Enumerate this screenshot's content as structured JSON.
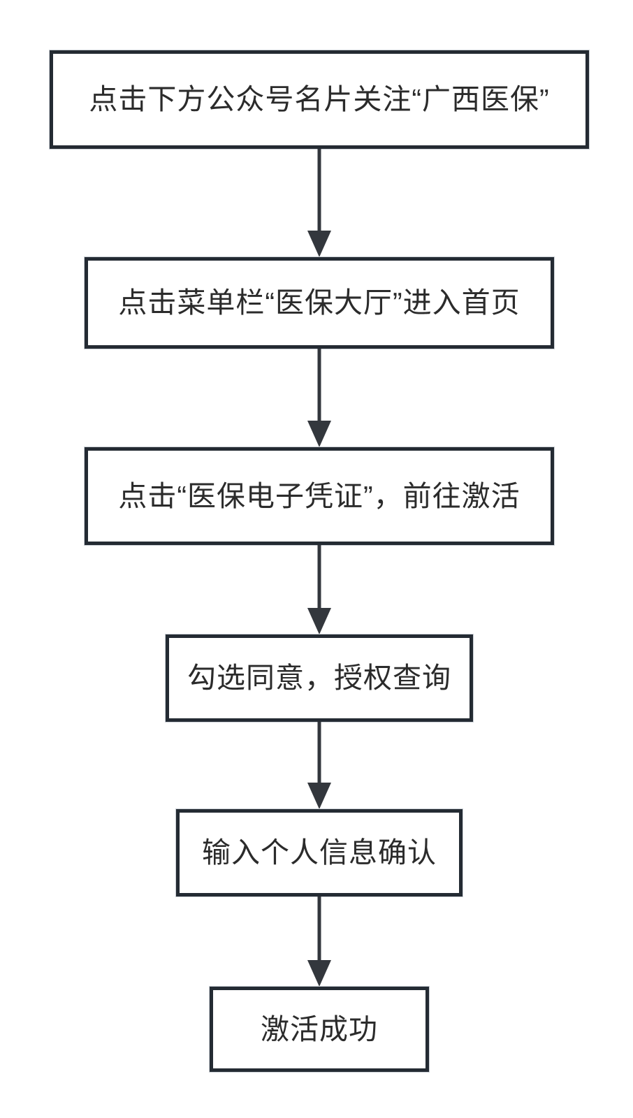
{
  "diagram": {
    "type": "flowchart",
    "direction": "top-down",
    "nodes": [
      {
        "id": "step-1",
        "label": "点击下方公众号名片关注“广西医保”"
      },
      {
        "id": "step-2",
        "label": "点击菜单栏“医保大厅”进入首页"
      },
      {
        "id": "step-3",
        "label": "点击“医保电子凭证”，前往激活"
      },
      {
        "id": "step-4",
        "label": "勾选同意，授权查询"
      },
      {
        "id": "step-5",
        "label": "输入个人信息确认"
      },
      {
        "id": "step-6",
        "label": "激活成功"
      }
    ],
    "edges": [
      {
        "from": "step-1",
        "to": "step-2",
        "style": "solid-arrow-down"
      },
      {
        "from": "step-2",
        "to": "step-3",
        "style": "solid-arrow-down"
      },
      {
        "from": "step-3",
        "to": "step-4",
        "style": "solid-arrow-down"
      },
      {
        "from": "step-4",
        "to": "step-5",
        "style": "solid-arrow-down"
      },
      {
        "from": "step-5",
        "to": "step-6",
        "style": "solid-arrow-down"
      }
    ],
    "colors": {
      "background": "#ffffff",
      "box_border": "#242b33",
      "box_fill": "#ffffff",
      "arrow": "#33373d",
      "text": "#2b2b2b"
    }
  }
}
